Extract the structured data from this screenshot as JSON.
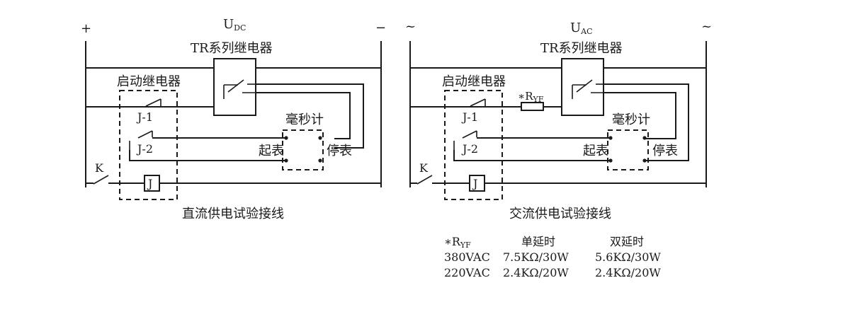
{
  "dc": {
    "plus": "+",
    "minus": "−",
    "voltage_main": "U",
    "voltage_sub": "DC",
    "tr_relay": "TR系列继电器",
    "start_relay": "启动继电器",
    "contact_j1": "J-1",
    "contact_j2": "J-2",
    "switch_k": "K",
    "coil_j": "J",
    "timer": "毫秒计",
    "start_meter": "起表",
    "stop_meter": "停表",
    "caption": "直流供电试验接线"
  },
  "ac": {
    "tilde_left": "~",
    "tilde_right": "~",
    "voltage_main": "U",
    "voltage_sub": "AC",
    "tr_relay": "TR系列继电器",
    "start_relay": "启动继电器",
    "resistor_star": "∗",
    "resistor_main": "R",
    "resistor_sub": "YF",
    "contact_j1": "J-1",
    "contact_j2": "J-2",
    "switch_k": "K",
    "coil_j": "J",
    "timer": "毫秒计",
    "start_meter": "起表",
    "stop_meter": "停表",
    "caption": "交流供电试验接线"
  },
  "resistor_table": {
    "header": {
      "label_star": "∗",
      "label_main": "R",
      "label_sub": "YF",
      "single_delay": "单延时",
      "double_delay": "双延时"
    },
    "rows": [
      {
        "voltage": "380VAC",
        "single": "7.5KΩ/30W",
        "double": "5.6KΩ/30W"
      },
      {
        "voltage": "220VAC",
        "single": "2.4KΩ/20W",
        "double": "2.4KΩ/20W"
      }
    ]
  }
}
